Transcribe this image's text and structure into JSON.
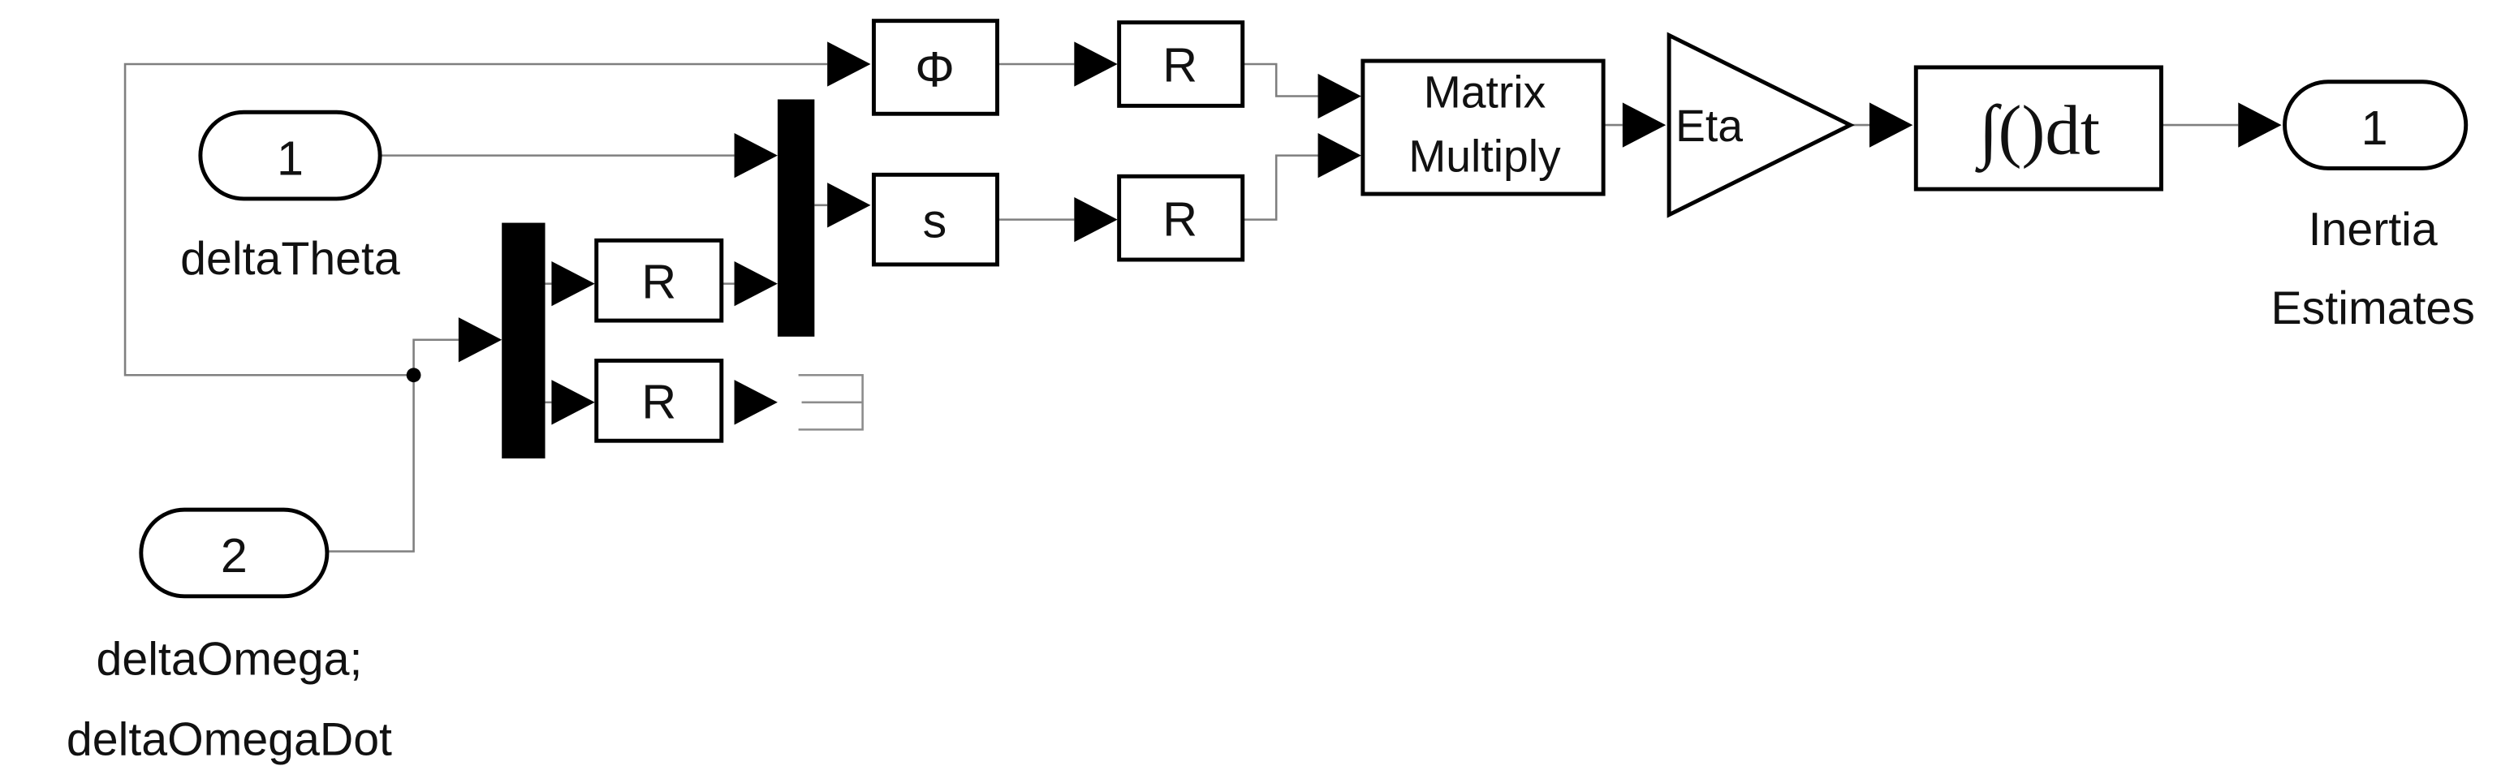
{
  "inports": [
    {
      "number": "1",
      "name": "deltaTheta"
    },
    {
      "number": "2",
      "name_lines": [
        "deltaOmega;",
        "deltaOmegaDot"
      ]
    }
  ],
  "outport": {
    "number": "1",
    "name_lines": [
      "Inertia",
      "Estimates"
    ]
  },
  "blocks": {
    "phi": "Φ",
    "s": "s",
    "r": "R",
    "matrix_multiply": [
      "Matrix",
      "Multiply"
    ],
    "gain": "Eta",
    "integrator": "∫()dt"
  }
}
